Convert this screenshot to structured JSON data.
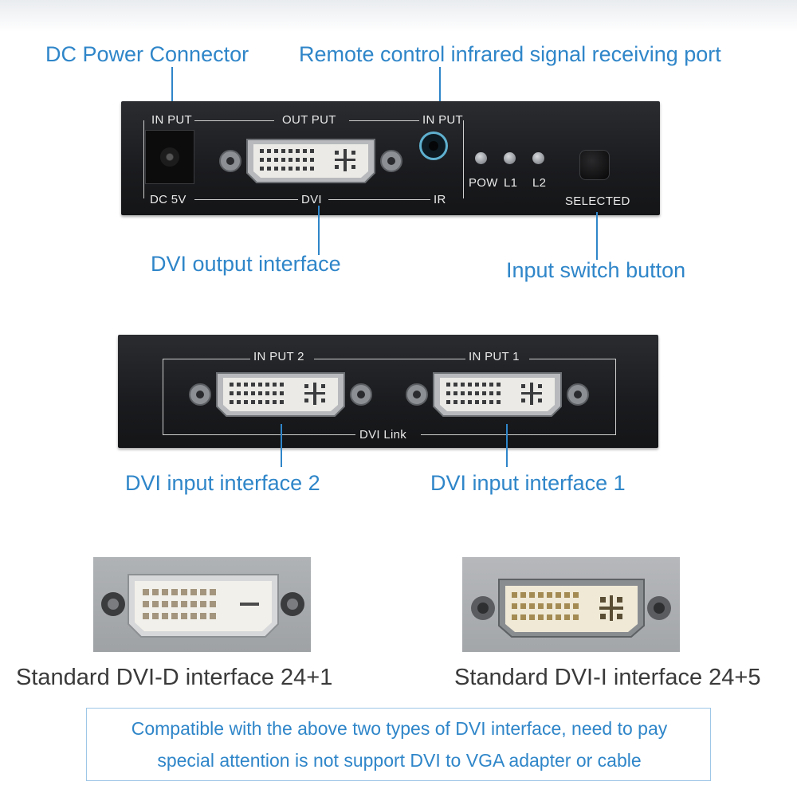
{
  "callouts": {
    "dc_power": "DC Power Connector",
    "ir_port": "Remote control infrared signal receiving port",
    "dvi_output": "DVI output interface",
    "input_switch": "Input switch button",
    "dvi_input_2": "DVI input interface 2",
    "dvi_input_1": "DVI input interface 1"
  },
  "front_panel": {
    "input_left": "IN PUT",
    "output": "OUT PUT",
    "input_right": "IN PUT",
    "dc": "DC 5V",
    "dvi": "DVI",
    "ir": "IR",
    "pow": "POW",
    "l1": "L1",
    "l2": "L2",
    "selected": "SELECTED"
  },
  "back_panel": {
    "input2": "IN PUT 2",
    "input1": "IN PUT 1",
    "dvi_link": "DVI Link"
  },
  "captions": {
    "dvi_d": "Standard DVI-D interface 24+1",
    "dvi_i": "Standard DVI-I interface 24+5"
  },
  "note": {
    "line1": "Compatible with the above two types of DVI interface, need to pay",
    "line2": "special attention is not support DVI to VGA adapter or cable"
  },
  "colors": {
    "accent": "#2f86c9",
    "panel": "#1c1d20"
  }
}
